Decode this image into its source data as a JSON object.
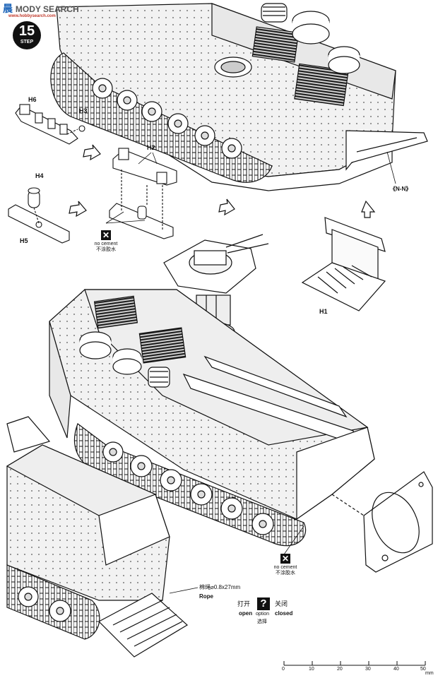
{
  "watermark": {
    "brand_cn": "晨",
    "brand_text": "MODY SEARCH",
    "site": "www.hobbysearch.com"
  },
  "step": {
    "number": "15",
    "label": "STEP"
  },
  "parts": {
    "h6": "H6",
    "h3": "H3",
    "h2": "H2",
    "h4": "H4",
    "h5": "H5",
    "h1": "H1",
    "nn": "《N-N》"
  },
  "notes": {
    "no_cement_en": "no cement",
    "no_cement_cn": "不涂胶水",
    "rope_cn": "棉绳⌀0.8x27mm",
    "rope_en": "Rope",
    "open_cn": "打开",
    "open_en": "open",
    "closed_cn": "关闭",
    "closed_en": "closed",
    "option_en": "option",
    "option_cn": "选择",
    "option_icon": "?"
  },
  "scale_bar": {
    "ticks": [
      "0",
      "10",
      "20",
      "30",
      "40",
      "50"
    ],
    "unit": "mm"
  },
  "colors": {
    "ink": "#111111",
    "paper": "#ffffff",
    "panel": "#f1f1f1",
    "grille": "#1e1e1e"
  }
}
